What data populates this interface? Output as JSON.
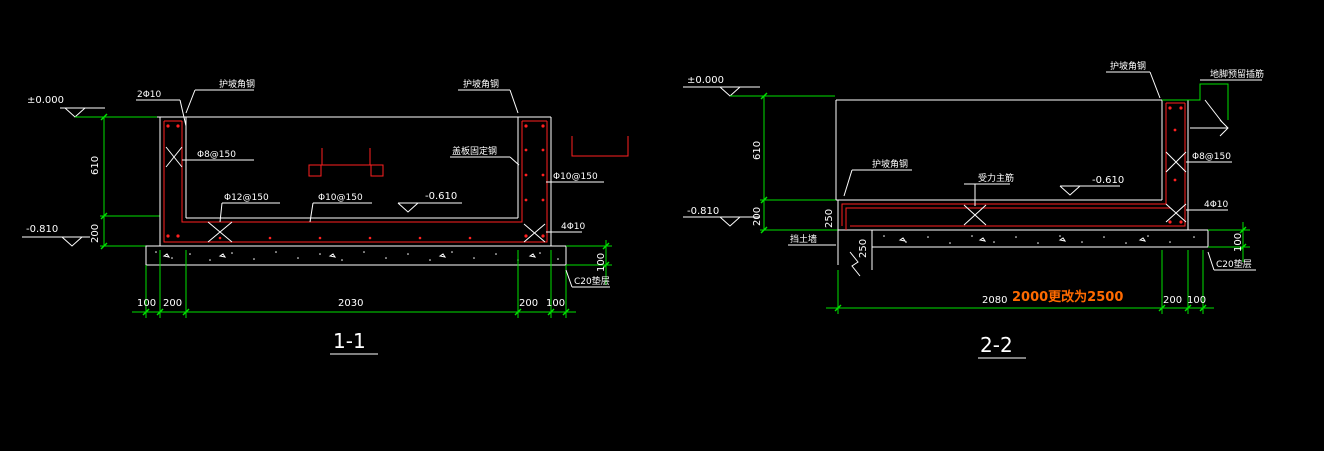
{
  "colors": {
    "background": "#000000",
    "outline": "#ffffff",
    "dimension": "#00e000",
    "rebar": "#ff2020",
    "note": "#ff6a00"
  },
  "section_1": {
    "title": "1-1",
    "elevation_top": "±0.000",
    "elevation_bottom": "-0.810",
    "elevation_floor": "-0.610",
    "labels": {
      "top_bars": "2Φ10",
      "wall_rebar_left": "护坡角钢",
      "wall_rebar_right": "护坡角钢",
      "stirrup": "Φ8@150",
      "bottom_bar_1": "Φ12@150",
      "bottom_bar_2": "Φ10@150",
      "cover_steel": "盖板固定钢",
      "side_bar": "Φ10@150",
      "corner_bars": "4Φ10",
      "cushion": "C20垫层"
    },
    "dims_vertical": [
      "610",
      "200"
    ],
    "dims_cushion": "100",
    "dims_horizontal": [
      "100",
      "200",
      "2030",
      "200",
      "100"
    ]
  },
  "section_2": {
    "title": "2-2",
    "elevation_top": "±0.000",
    "elevation_bottom": "-0.810",
    "elevation_floor": "-0.610",
    "labels": {
      "top_steel": "护坡角钢",
      "outer_rebar": "地脚预留插筋",
      "inner_steel": "护坡角钢",
      "main_bar": "受力主筋",
      "stirrup": "Φ8@150",
      "corner_bars": "4Φ10",
      "retaining_wall": "挡土墙",
      "cushion": "C20垫层"
    },
    "dims_vertical": [
      "610",
      "200"
    ],
    "dim_250_a": "250",
    "dim_250_b": "250",
    "dims_cushion": "100",
    "dims_horizontal": [
      "2080",
      "200",
      "100"
    ],
    "change_note": "2000更改为2500"
  }
}
